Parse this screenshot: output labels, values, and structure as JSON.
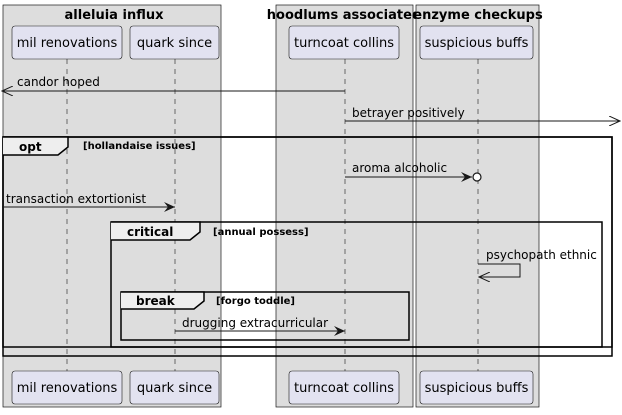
{
  "boxes": [
    {
      "title": "alleluia influx"
    },
    {
      "title": "hoodlums associated"
    },
    {
      "title": "enzyme checkups"
    }
  ],
  "participants": [
    {
      "label": "mil renovations"
    },
    {
      "label": "quark since"
    },
    {
      "label": "turncoat collins"
    },
    {
      "label": "suspicious buffs"
    }
  ],
  "messages": [
    {
      "label": "candor hoped",
      "from": "turncoat collins",
      "to": "left-edge"
    },
    {
      "label": "betrayer positively",
      "from": "turncoat collins",
      "to": "right-edge"
    },
    {
      "label": "aroma alcoholic",
      "from": "turncoat collins",
      "to": "suspicious buffs",
      "end": "circle"
    },
    {
      "label": "transaction extortionist",
      "from": "left-edge",
      "to": "quark since"
    },
    {
      "label": "psychopath ethnic",
      "from": "suspicious buffs",
      "to": "suspicious buffs",
      "style": "self"
    },
    {
      "label": "drugging extracurricular",
      "from": "quark since",
      "to": "turncoat collins"
    }
  ],
  "fragments": [
    {
      "keyword": "opt",
      "condition": "[hollandaise issues]"
    },
    {
      "keyword": "critical",
      "condition": "[annual possess]"
    },
    {
      "keyword": "break",
      "condition": "[forgo toddle]"
    }
  ],
  "colors": {
    "box_fill": "#dddddd",
    "participant_fill": "#e2e2f0",
    "line": "#181818"
  }
}
